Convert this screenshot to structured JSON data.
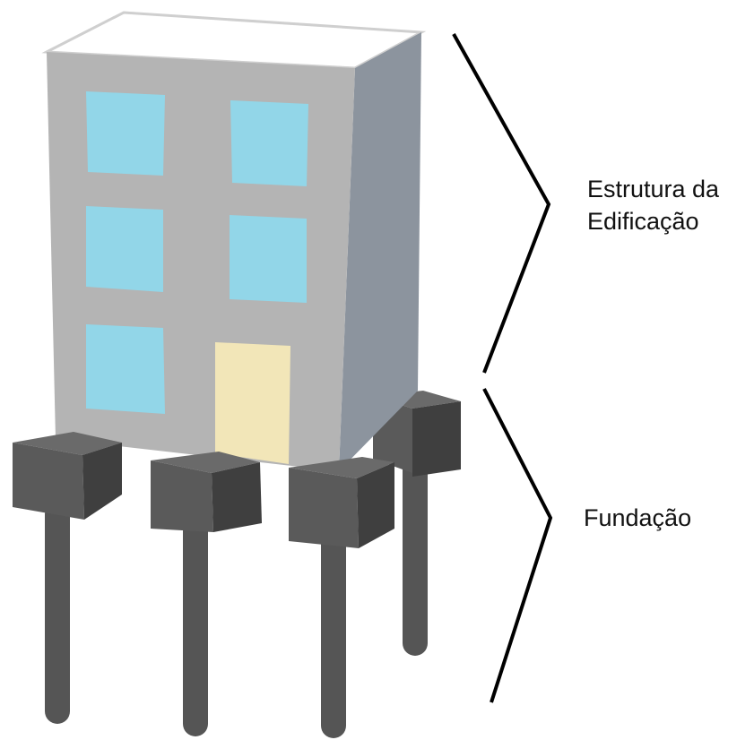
{
  "labels": {
    "estrutura_line1": "Estrutura da",
    "estrutura_line2": "Edificação",
    "fundacao": "Fundação"
  },
  "colors": {
    "wall_front": "#b4b4b4",
    "wall_side": "#8c949e",
    "roof": "#ffffff",
    "window": "#92d6e8",
    "door": "#f2e6b8",
    "cap_front": "#5a5a5a",
    "cap_side": "#3f3f3f",
    "pile": "#555555",
    "brace": "#000000"
  }
}
